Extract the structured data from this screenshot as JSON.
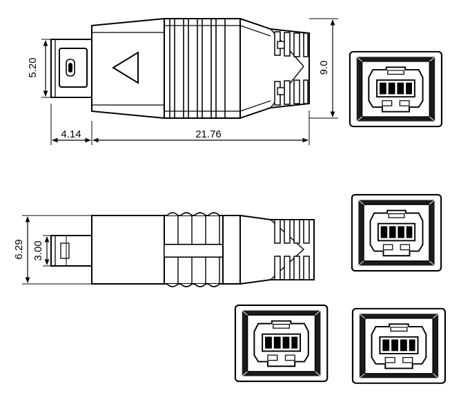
{
  "dimensions": {
    "plug_height": "5.20",
    "body_height": "9.0",
    "plug_length": "4.14",
    "body_length": "21.76",
    "side_body_height": "6.29",
    "side_plug_height": "3.00"
  },
  "icons": {
    "direction_marker": "triangle-arrow-icon",
    "socket_view": "ieee1394-socket-icon"
  }
}
